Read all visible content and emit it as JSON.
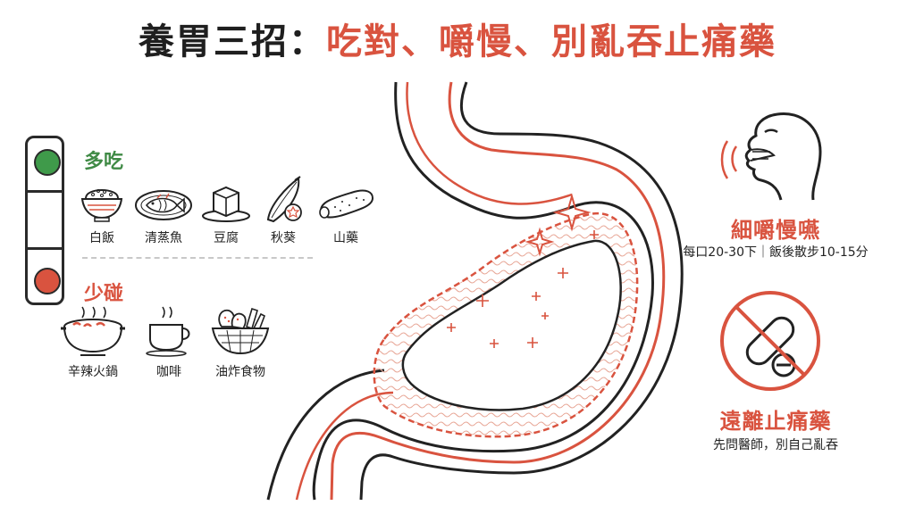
{
  "title": {
    "part1": "養胃三招：",
    "part2": "吃對、嚼慢、別亂吞止痛藥"
  },
  "colors": {
    "accent_red": "#d9533f",
    "accent_green": "#3f8a45",
    "text_dark": "#1f1f1f"
  },
  "eat_more": {
    "heading": "多吃",
    "items": [
      {
        "label": "白飯",
        "icon": "rice-bowl-icon"
      },
      {
        "label": "清蒸魚",
        "icon": "steamed-fish-icon"
      },
      {
        "label": "豆腐",
        "icon": "tofu-icon"
      },
      {
        "label": "秋葵",
        "icon": "okra-icon"
      },
      {
        "label": "山藥",
        "icon": "yam-icon"
      }
    ]
  },
  "eat_less": {
    "heading": "少碰",
    "items": [
      {
        "label": "辛辣火鍋",
        "icon": "spicy-hotpot-icon"
      },
      {
        "label": "咖啡",
        "icon": "coffee-cup-icon"
      },
      {
        "label": "油炸食物",
        "icon": "fried-food-icon"
      }
    ]
  },
  "tips": [
    {
      "title": "細嚼慢嚥",
      "subtitle": "每口20-30下｜飯後散步10-15分",
      "icon": "chewing-face-icon"
    },
    {
      "title": "遠離止痛藥",
      "subtitle": "先問醫師，別自己亂吞",
      "icon": "no-pills-icon"
    }
  ]
}
